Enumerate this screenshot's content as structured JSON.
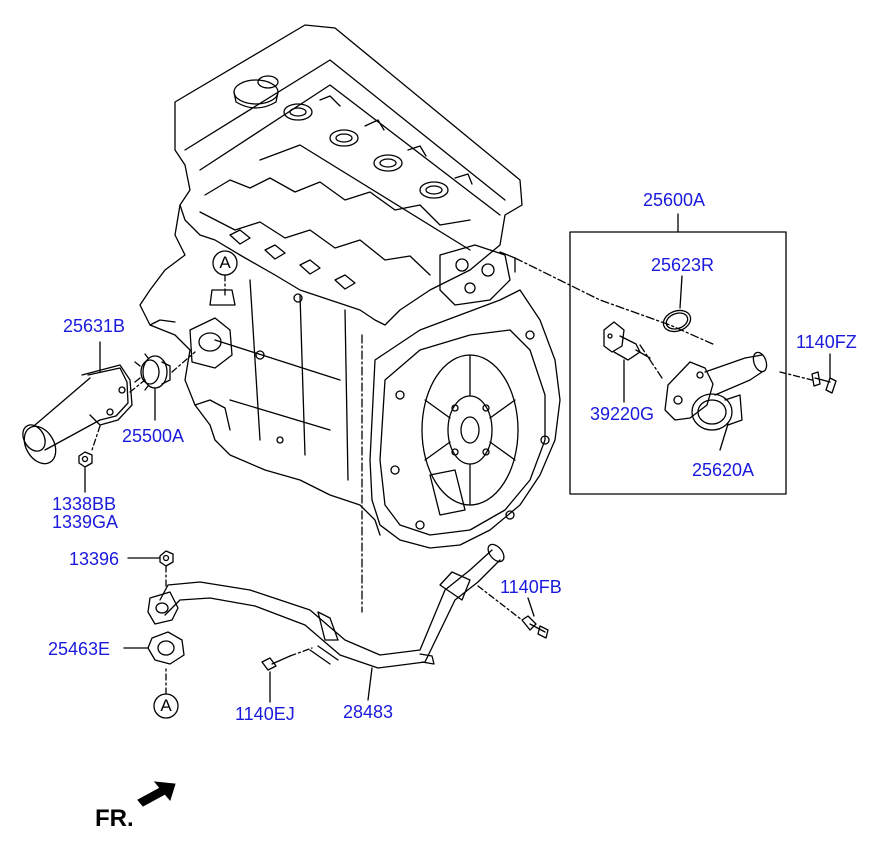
{
  "colors": {
    "label": "#1a1adc",
    "line": "#000000"
  },
  "labels": {
    "p25600A": "25600A",
    "p25623R": "25623R",
    "p1140FZ": "1140FZ",
    "p25631B": "25631B",
    "p39220G": "39220G",
    "p25500A": "25500A",
    "p25620A": "25620A",
    "p1338BB": "1338BB",
    "p1339GA": "1339GA",
    "p13396": "13396",
    "p1140FB": "1140FB",
    "p25463E": "25463E",
    "p1140EJ": "1140EJ",
    "p28483": "28483"
  },
  "callouts": {
    "top": "A",
    "bottom": "A"
  },
  "direction": {
    "text": "FR.",
    "icon": "front-arrow-icon"
  }
}
